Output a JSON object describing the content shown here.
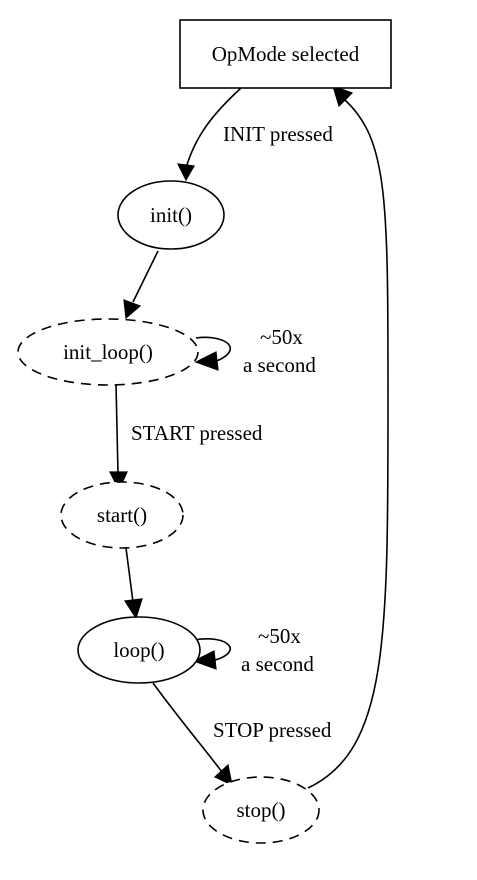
{
  "nodes": {
    "opmode": {
      "label": "OpMode selected",
      "shape": "box",
      "border": "solid"
    },
    "init": {
      "label": "init()",
      "shape": "ellipse",
      "border": "solid"
    },
    "init_loop": {
      "label": "init_loop()",
      "shape": "ellipse",
      "border": "dashed"
    },
    "start": {
      "label": "start()",
      "shape": "ellipse",
      "border": "dashed"
    },
    "loop": {
      "label": "loop()",
      "shape": "ellipse",
      "border": "solid"
    },
    "stop": {
      "label": "stop()",
      "shape": "ellipse",
      "border": "dashed"
    }
  },
  "edges": {
    "init_pressed": {
      "from": "opmode",
      "to": "init",
      "label": "INIT pressed"
    },
    "init_to_init_loop": {
      "from": "init",
      "to": "init_loop",
      "label": ""
    },
    "init_loop_self": {
      "from": "init_loop",
      "to": "init_loop",
      "label_line1": "~50x",
      "label_line2": "a second"
    },
    "start_pressed": {
      "from": "init_loop",
      "to": "start",
      "label": "START pressed"
    },
    "start_to_loop": {
      "from": "start",
      "to": "loop",
      "label": ""
    },
    "loop_self": {
      "from": "loop",
      "to": "loop",
      "label_line1": "~50x",
      "label_line2": "a second"
    },
    "stop_pressed": {
      "from": "loop",
      "to": "stop",
      "label": "STOP pressed"
    },
    "stop_to_opmode": {
      "from": "stop",
      "to": "opmode",
      "label": ""
    }
  },
  "colors": {
    "stroke": "#000000",
    "background": "#ffffff"
  }
}
